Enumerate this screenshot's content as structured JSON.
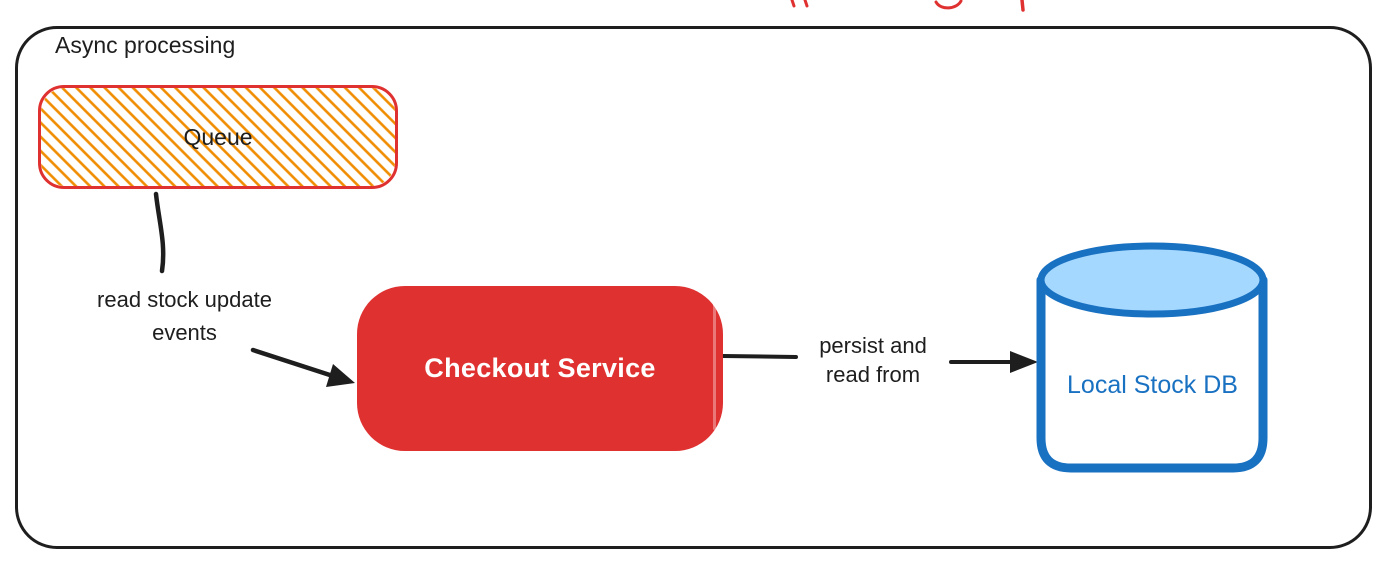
{
  "page": {
    "background_color": "#ffffff"
  },
  "clipped_top_text": {
    "description": "bottom tips of red heading text cut off at the top edge of the screenshot",
    "color": "#e03131"
  },
  "container": {
    "label": "Async processing",
    "border_color": "#1e1e1e",
    "text_color": "#1e1e1e"
  },
  "nodes": {
    "queue": {
      "label": "Queue",
      "border_color": "#e03131",
      "hatch_color": "#f08c00",
      "text_color": "#1e1e1e"
    },
    "checkout_service": {
      "label": "Checkout Service",
      "fill_color": "#e03131",
      "text_color": "#ffffff"
    },
    "local_stock_db": {
      "label": "Local Stock DB",
      "stroke_color": "#1971c2",
      "top_fill_color": "#a5d8ff",
      "body_fill_color": "#ffffff",
      "text_color": "#1971c2"
    }
  },
  "edges": {
    "queue_to_checkout": {
      "label_line1": "read stock update",
      "label_line2": "events",
      "color": "#1e1e1e"
    },
    "checkout_to_db": {
      "label_line1": "persist and",
      "label_line2": "read from",
      "color": "#1e1e1e"
    }
  }
}
